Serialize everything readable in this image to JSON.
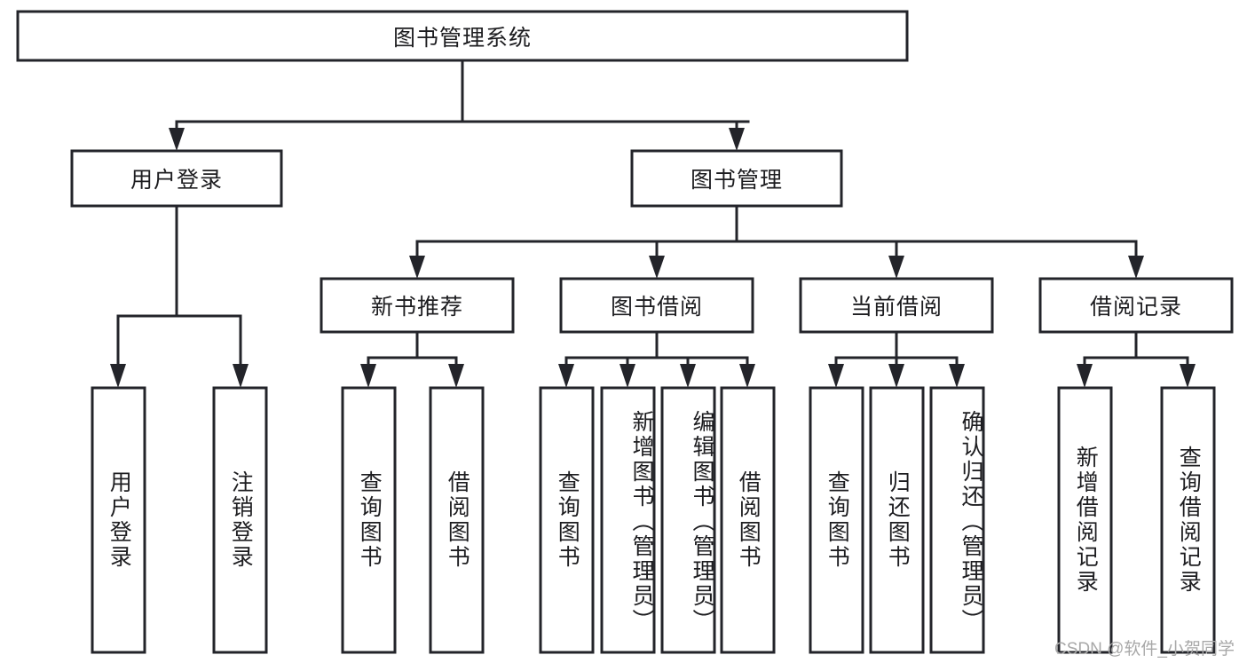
{
  "diagram": {
    "type": "tree-hierarchy",
    "title": "图书管理系统",
    "watermark": "CSDN @软件_小贺同学",
    "colors": {
      "background": "#ffffff",
      "stroke": "#23242a",
      "text": "#1d1d20",
      "watermark": "#a8a8a8"
    },
    "nodes": {
      "root": {
        "label": "图书管理系统",
        "orientation": "horizontal"
      },
      "level2": [
        {
          "id": "user-login",
          "label": "用户登录",
          "orientation": "horizontal"
        },
        {
          "id": "book-manage",
          "label": "图书管理",
          "orientation": "horizontal"
        }
      ],
      "level3": [
        {
          "id": "new-book-recommend",
          "label": "新书推荐",
          "orientation": "horizontal"
        },
        {
          "id": "book-borrow",
          "label": "图书借阅",
          "orientation": "horizontal"
        },
        {
          "id": "current-borrow",
          "label": "当前借阅",
          "orientation": "horizontal"
        },
        {
          "id": "borrow-record",
          "label": "借阅记录",
          "orientation": "horizontal"
        }
      ],
      "leaves": [
        {
          "id": "leaf-user-login",
          "label": "用户登录",
          "parent": "user-login",
          "orientation": "vertical"
        },
        {
          "id": "leaf-user-logout",
          "label": "注销登录",
          "parent": "user-login",
          "orientation": "vertical"
        },
        {
          "id": "leaf-query-book-1",
          "label": "查询图书",
          "parent": "new-book-recommend",
          "orientation": "vertical"
        },
        {
          "id": "leaf-borrow-book-1",
          "label": "借阅图书",
          "parent": "new-book-recommend",
          "orientation": "vertical"
        },
        {
          "id": "leaf-query-book-2",
          "label": "查询图书",
          "parent": "book-borrow",
          "orientation": "vertical"
        },
        {
          "id": "leaf-add-book",
          "label": "新增图书（管理员）",
          "parent": "book-borrow",
          "orientation": "vertical"
        },
        {
          "id": "leaf-edit-book",
          "label": "编辑图书（管理员）",
          "parent": "book-borrow",
          "orientation": "vertical"
        },
        {
          "id": "leaf-borrow-book-2",
          "label": "借阅图书",
          "parent": "book-borrow",
          "orientation": "vertical"
        },
        {
          "id": "leaf-query-book-3",
          "label": "查询图书",
          "parent": "current-borrow",
          "orientation": "vertical"
        },
        {
          "id": "leaf-return-book",
          "label": "归还图书",
          "parent": "current-borrow",
          "orientation": "vertical"
        },
        {
          "id": "leaf-confirm-return",
          "label": "确认归还（管理员）",
          "parent": "current-borrow",
          "orientation": "vertical"
        },
        {
          "id": "leaf-add-record",
          "label": "新增借阅记录",
          "parent": "borrow-record",
          "orientation": "vertical"
        },
        {
          "id": "leaf-query-record",
          "label": "查询借阅记录",
          "parent": "borrow-record",
          "orientation": "vertical"
        }
      ]
    }
  }
}
